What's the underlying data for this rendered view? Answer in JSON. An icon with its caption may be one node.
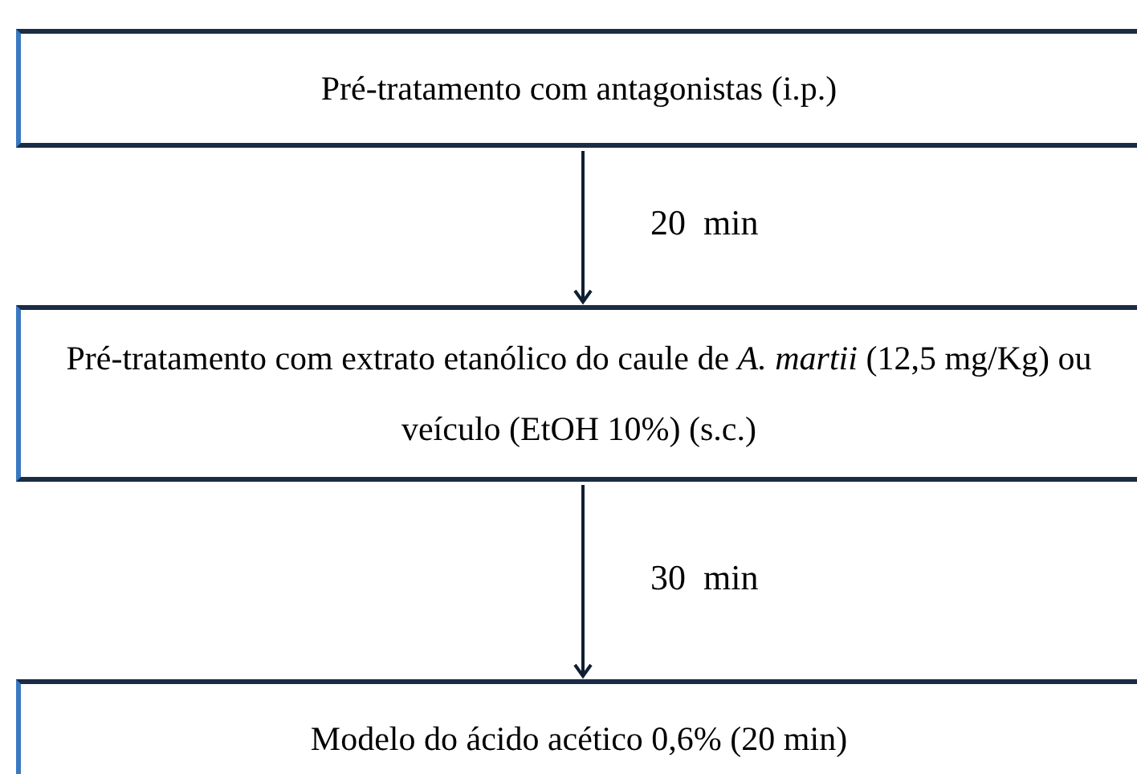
{
  "diagram": {
    "nodes": [
      {
        "text": [
          "Pré-tratamento com antagonistas (i.p.)"
        ]
      },
      {
        "text": [
          "Pré-tratamento com extrato etanólico do caule de *A. martii* (12,5 mg/Kg) ou veículo (EtOH 10%) (s.c.)"
        ]
      },
      {
        "text": [
          "Modelo do ácido acético 0,6% (20 min)"
        ]
      }
    ],
    "edges": [
      {
        "from": 0,
        "to": 1,
        "arrow": "to",
        "label": "20  min"
      },
      {
        "from": 1,
        "to": 2,
        "arrow": "to",
        "label": "30  min"
      }
    ]
  }
}
